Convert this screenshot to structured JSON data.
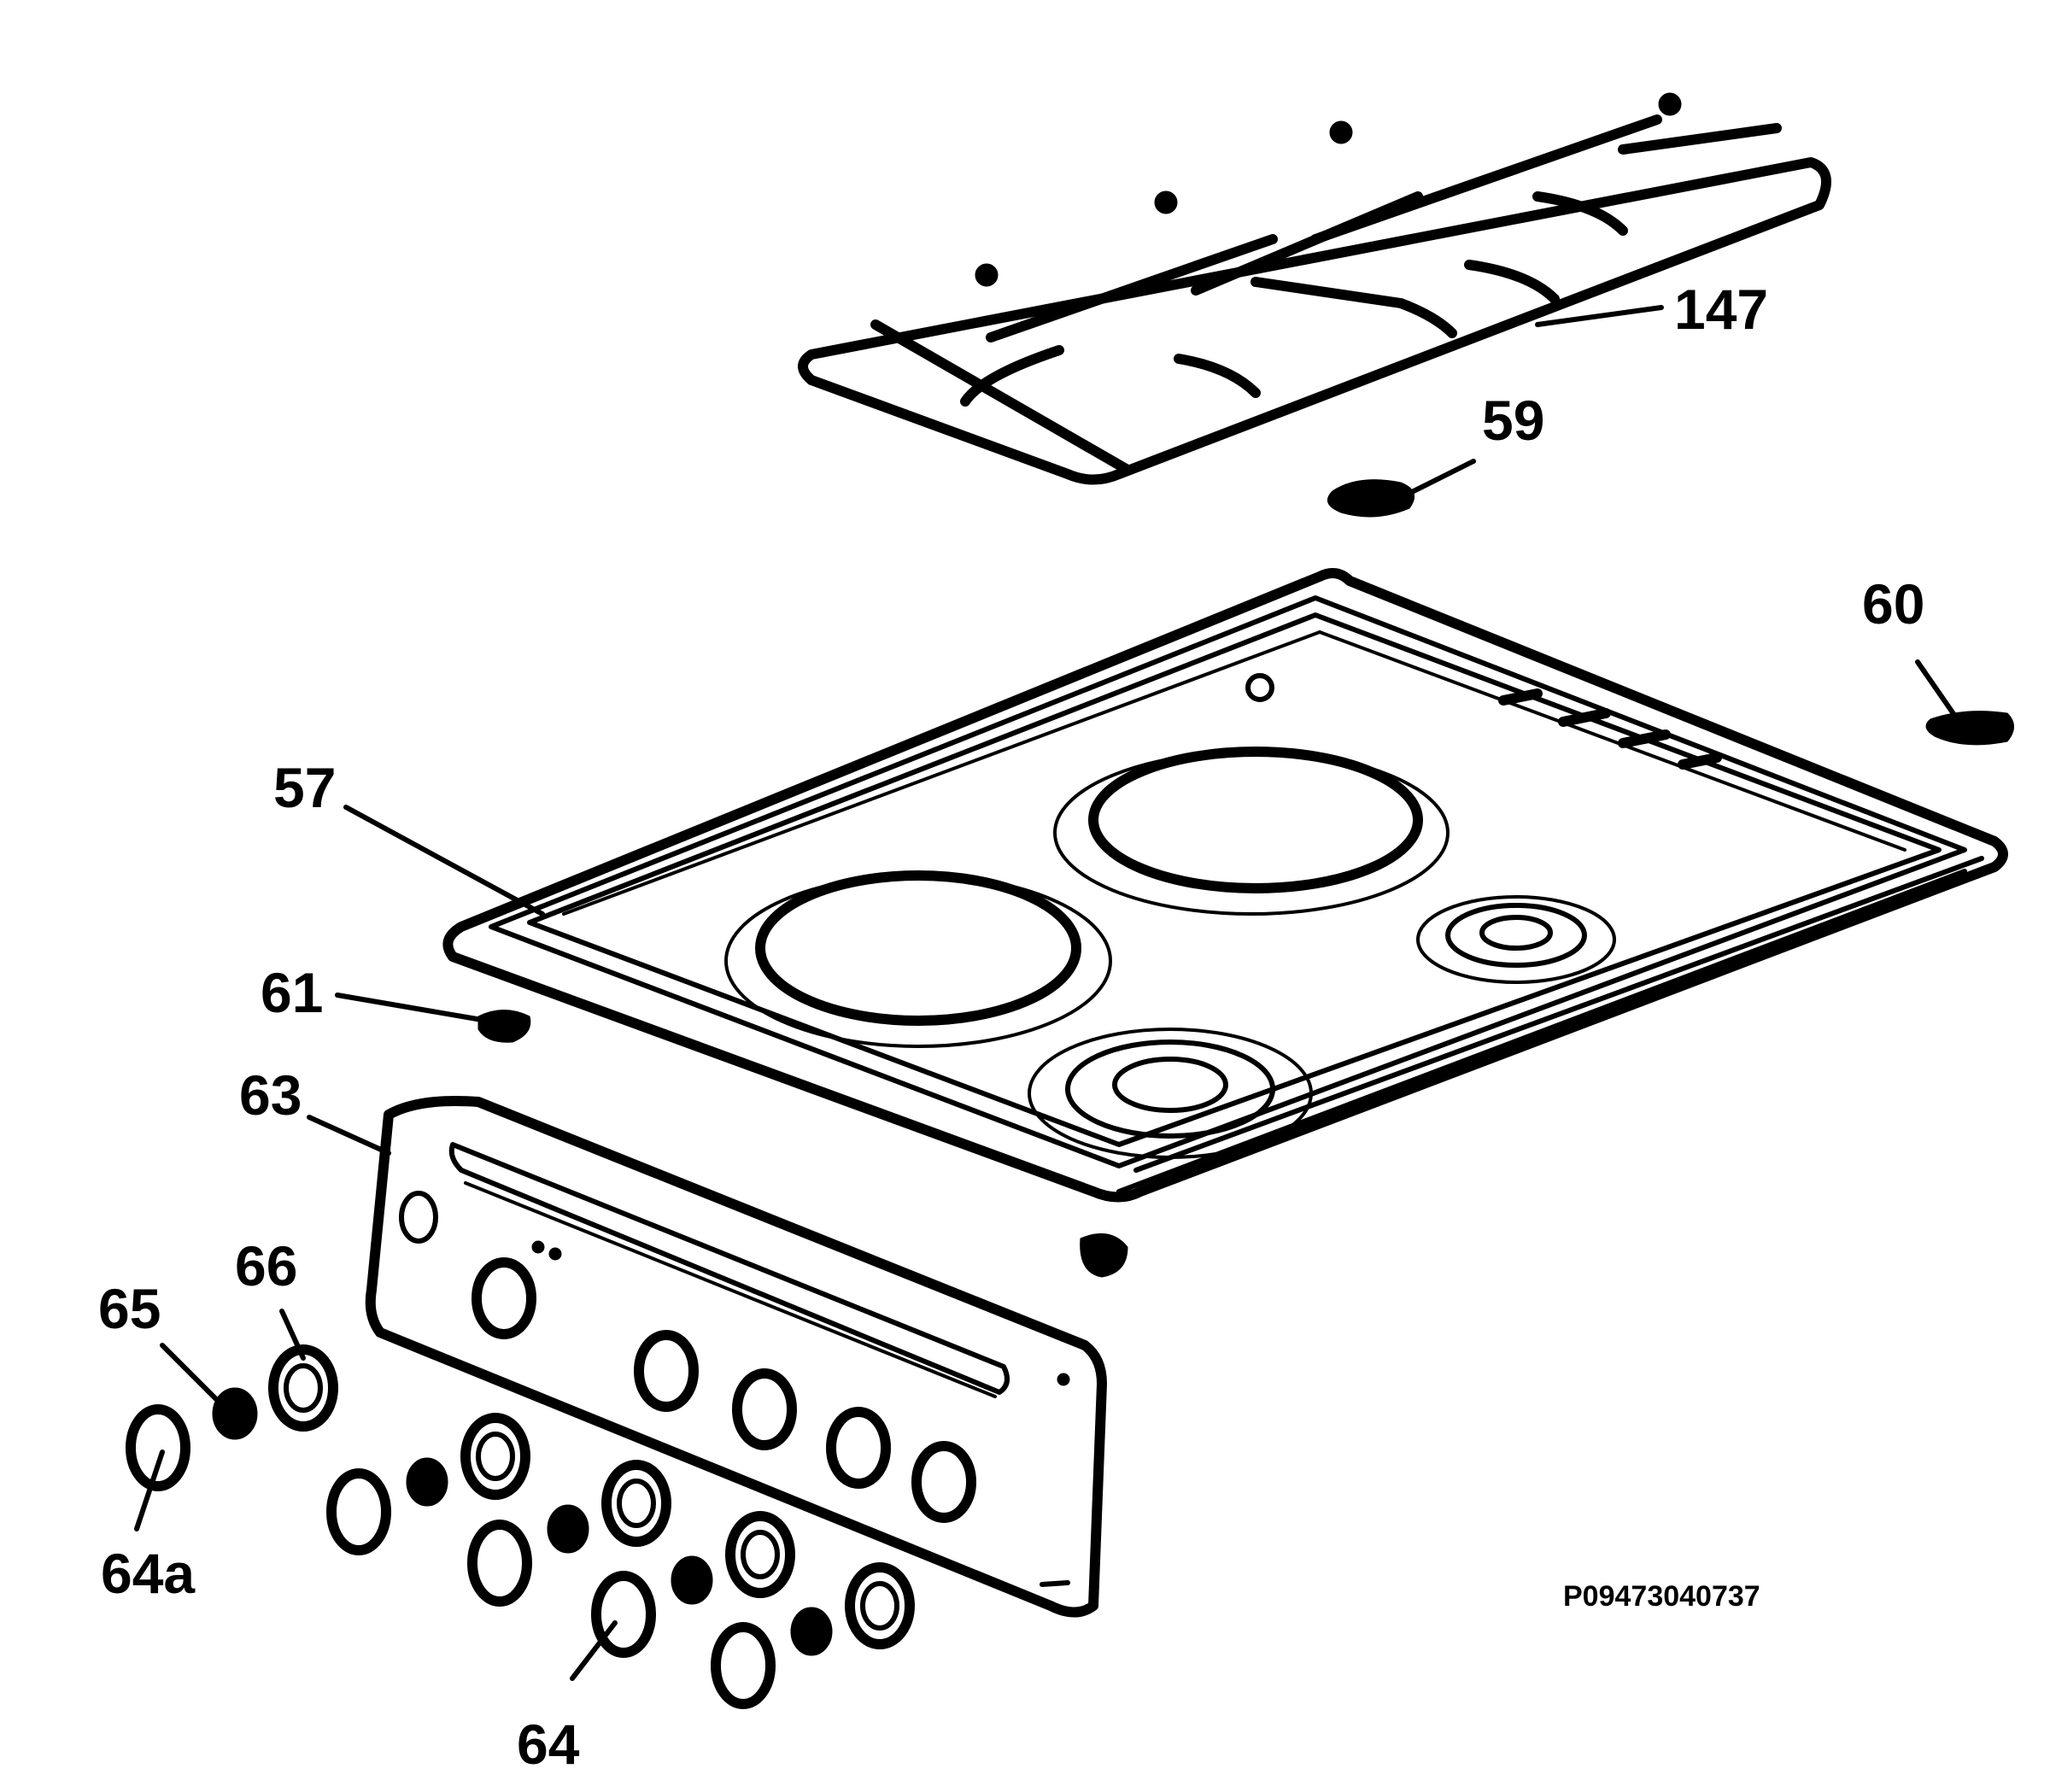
{
  "labels": {
    "l147": "147",
    "l59": "59",
    "l60": "60",
    "l57": "57",
    "l61": "61",
    "l63": "63",
    "l66": "66",
    "l65": "65",
    "l64a": "64a",
    "l64": "64"
  },
  "drawing_code": "P09473040737",
  "colors": {
    "ink": "#000000",
    "paper": "#ffffff"
  }
}
